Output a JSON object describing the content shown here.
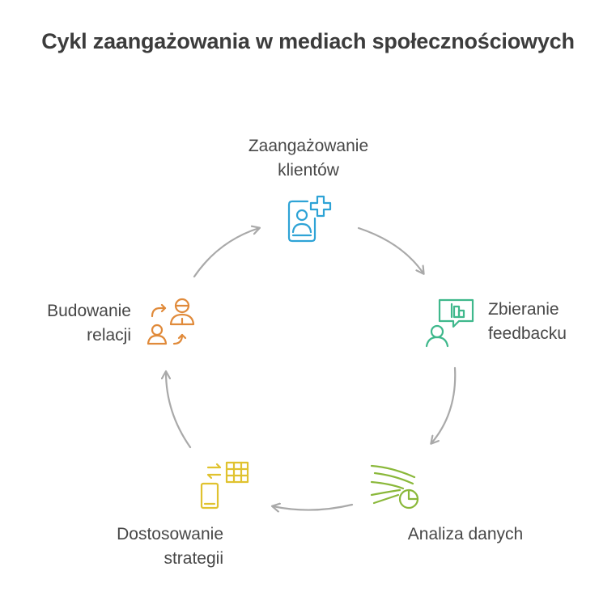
{
  "title": "Cykl zaangażowania w mediach społecznościowych",
  "colors": {
    "arrow": "#a9a9a9",
    "engagement": "#2ea3d6",
    "feedback": "#3fb88c",
    "analysis": "#8ab83a",
    "strategy": "#e0c22f",
    "relations": "#e08a3a"
  },
  "nodes": [
    {
      "id": "engagement",
      "icon": "user-plus-icon",
      "lines": [
        "Zaangażowanie",
        "klientów"
      ]
    },
    {
      "id": "feedback",
      "icon": "feedback-chat-icon",
      "lines": [
        "Zbieranie",
        "feedbacku"
      ]
    },
    {
      "id": "analysis",
      "icon": "data-stream-chart-icon",
      "lines": [
        "Analiza danych"
      ]
    },
    {
      "id": "strategy",
      "icon": "phone-grid-exchange-icon",
      "lines": [
        "Dostosowanie",
        "strategii"
      ]
    },
    {
      "id": "relations",
      "icon": "people-exchange-icon",
      "lines": [
        "Budowanie",
        "relacji"
      ]
    }
  ]
}
